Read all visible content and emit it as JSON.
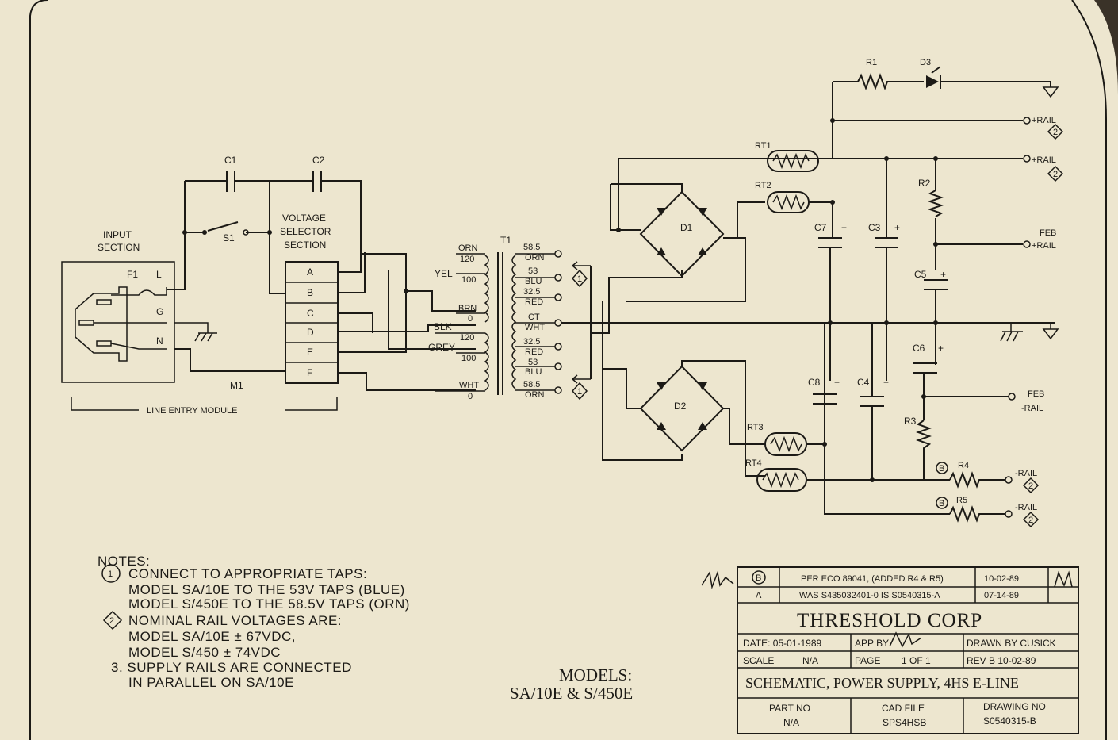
{
  "input": {
    "title_line1": "INPUT",
    "title_line2": "SECTION",
    "fuse": "F1",
    "pin_l": "L",
    "pin_g": "G",
    "pin_n": "N",
    "module": "M1",
    "module_caption": "LINE ENTRY MODULE"
  },
  "switch": {
    "c1": "C1",
    "c2": "C2",
    "s1": "S1"
  },
  "selector": {
    "title_line1": "VOLTAGE",
    "title_line2": "SELECTOR",
    "title_line3": "SECTION",
    "rows": [
      "A",
      "B",
      "C",
      "D",
      "E",
      "F"
    ]
  },
  "transformer": {
    "name": "T1",
    "primary": {
      "orn": "ORN",
      "v120a": "120",
      "yel": "YEL",
      "v100a": "100",
      "brn": "BRN",
      "zero_a": "0",
      "blk": "BLK",
      "v120b": "120",
      "grey": "GREY",
      "v100b": "100",
      "wht": "WHT",
      "zero_b": "0"
    },
    "secondary": {
      "t1": "58.5",
      "c1": "ORN",
      "t2": "53",
      "c2": "BLU",
      "t3": "32.5",
      "c3": "RED",
      "ct": "CT",
      "c4": "WHT",
      "t5": "32.5",
      "c5": "RED",
      "t6": "53",
      "c6": "BLU",
      "t7": "58.5",
      "c7": "ORN"
    }
  },
  "callout1": "1",
  "callout2": "2",
  "rectifiers": {
    "d1": "D1",
    "d2": "D2"
  },
  "output": {
    "r1": "R1",
    "d3": "D3",
    "rt1": "RT1",
    "rt2": "RT2",
    "rt3": "RT3",
    "rt4": "RT4",
    "c7": "C7",
    "c3": "C3",
    "c8": "C8",
    "c4": "C4",
    "c5": "C5",
    "c6": "C6",
    "r2": "R2",
    "r3": "R3",
    "r4": "R4",
    "r5": "R5",
    "plus": "+",
    "rail_pos": "+RAIL",
    "feb": "FEB",
    "feb_pos": "+RAIL",
    "feb_neg": "-RAIL",
    "rail_neg": "-RAIL",
    "rev_b": "B"
  },
  "notes": {
    "heading": "NOTES:",
    "n1_num": "1",
    "n1": "CONNECT TO APPROPRIATE TAPS:",
    "n1a": "MODEL SA/10E TO THE 53V TAPS (BLUE)",
    "n1b": "MODEL S/450E TO THE 58.5V TAPS (ORN)",
    "n2_num": "2",
    "n2": "NOMINAL RAIL VOLTAGES ARE:",
    "n2a": "MODEL SA/10E ± 67VDC,",
    "n2b": "MODEL S/450 ± 74VDC",
    "n3": "3. SUPPLY RAILS ARE CONNECTED",
    "n3a": "IN PARALLEL ON SA/10E"
  },
  "models": {
    "line1": "MODELS:",
    "line2": "SA/10E & S/450E"
  },
  "title_block": {
    "rev_b": "B",
    "rev_b_desc": "PER ECO 89041, (ADDED R4 & R5)",
    "rev_b_date": "10-02-89",
    "rev_a": "A",
    "rev_a_desc": "WAS S435032401-0 IS S0540315-A",
    "rev_a_date": "07-14-89",
    "company": "THRESHOLD CORP",
    "date": "DATE: 05-01-1989",
    "app_by": "APP BY",
    "drawn_by": "DRAWN BY CUSICK",
    "scale": "SCALE",
    "scale_val": "N/A",
    "page": "PAGE",
    "page_val": "1 OF 1",
    "rev": "REV  B 10-02-89",
    "title": "SCHEMATIC, POWER SUPPLY, 4HS E-LINE",
    "part_no": "PART NO",
    "part_no_val": "N/A",
    "cad_file": "CAD FILE",
    "cad_file_val": "SPS4HSB",
    "drawing_no": "DRAWING NO",
    "drawing_no_val": "S0540315-B"
  }
}
